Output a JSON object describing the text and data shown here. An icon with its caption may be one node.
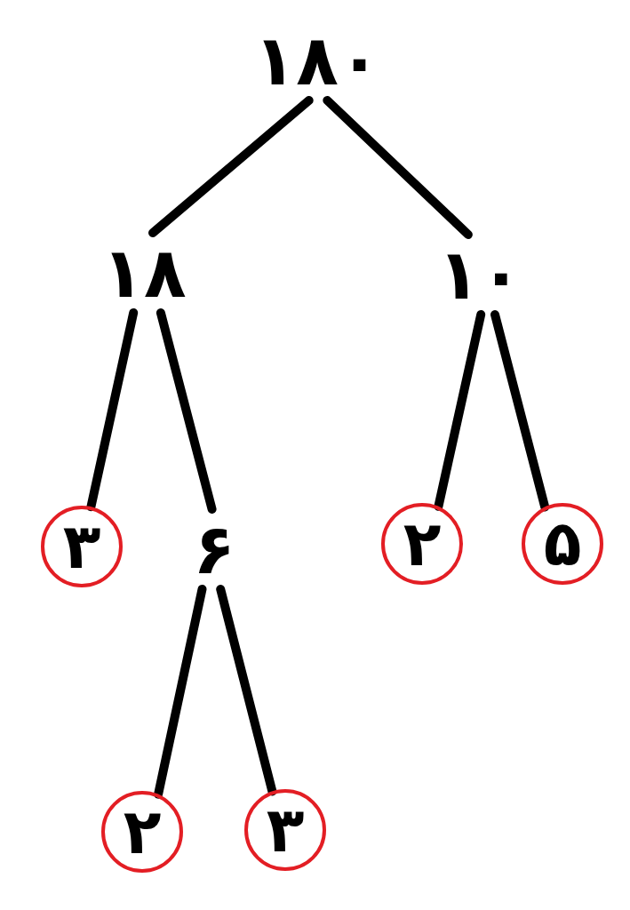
{
  "diagram": {
    "nodes": [
      {
        "text": [
          "۱۸۰"
        ]
      },
      {
        "text": [
          "۱۸"
        ]
      },
      {
        "text": [
          "۱۰"
        ]
      },
      {
        "text": [
          "۳"
        ]
      },
      {
        "text": [
          "۶"
        ]
      },
      {
        "text": [
          "۲"
        ]
      },
      {
        "text": [
          "۵"
        ]
      },
      {
        "text": [
          "۲"
        ]
      },
      {
        "text": [
          "۳"
        ]
      }
    ],
    "edges": [
      {
        "from": 0,
        "to": 1,
        "arrow": "none"
      },
      {
        "from": 0,
        "to": 2,
        "arrow": "none"
      },
      {
        "from": 1,
        "to": 3,
        "arrow": "none"
      },
      {
        "from": 1,
        "to": 4,
        "arrow": "none"
      },
      {
        "from": 2,
        "to": 5,
        "arrow": "none"
      },
      {
        "from": 2,
        "to": 6,
        "arrow": "none"
      },
      {
        "from": 4,
        "to": 7,
        "arrow": "none"
      },
      {
        "from": 4,
        "to": 8,
        "arrow": "none"
      }
    ]
  }
}
